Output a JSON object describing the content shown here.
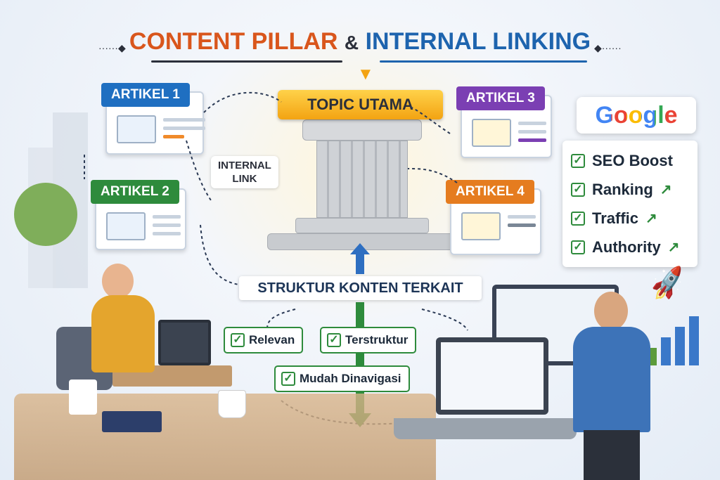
{
  "title": {
    "part1": "CONTENT PILLAR",
    "amp": "&",
    "part2": "INTERNAL LINKING"
  },
  "center": {
    "topic": "TOPIC UTAMA",
    "internal_link": [
      "INTERNAL",
      "LINK"
    ],
    "structure": "STRUKTUR KONTEN TERKAIT"
  },
  "articles": [
    {
      "label": "ARTIKEL 1",
      "color": "#1f6fc1"
    },
    {
      "label": "ARTIKEL 2",
      "color": "#2e8b3c"
    },
    {
      "label": "ARTIKEL 3",
      "color": "#7b3fb3"
    },
    {
      "label": "ARTIKEL 4",
      "color": "#e57c1f"
    }
  ],
  "benefits": [
    "Relevan",
    "Terstruktur",
    "Mudah Dinavigasi"
  ],
  "seo": {
    "brand": "Google",
    "items": [
      "SEO Boost",
      "Ranking",
      "Traffic",
      "Authority"
    ]
  }
}
